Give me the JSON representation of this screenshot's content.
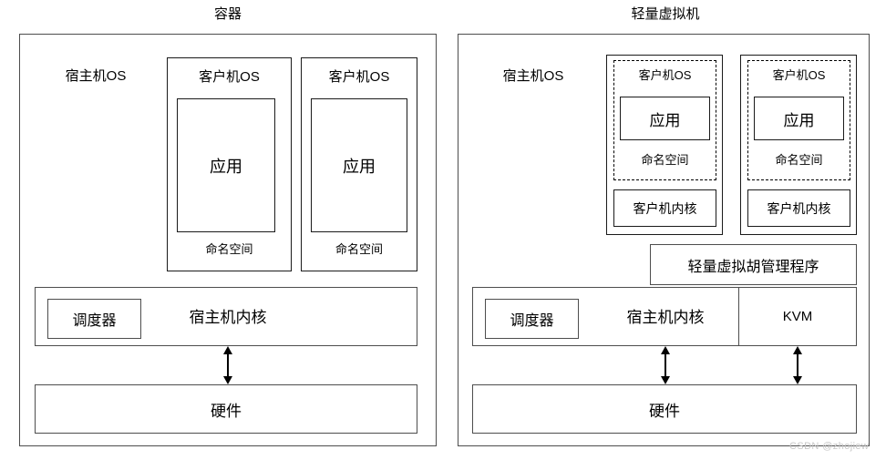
{
  "diagram": {
    "watermark": "CSDN @zhojiew",
    "panels": [
      {
        "id": "container",
        "title": "容器",
        "host_os_label": "宿主机OS",
        "guests": [
          {
            "guest_os_label": "客户机OS",
            "app_label": "应用",
            "namespace_label": "命名空间"
          },
          {
            "guest_os_label": "客户机OS",
            "app_label": "应用",
            "namespace_label": "命名空间"
          }
        ],
        "kernel": {
          "scheduler_label": "调度器",
          "host_kernel_label": "宿主机内核"
        },
        "hardware_label": "硬件"
      },
      {
        "id": "lightweight-vm",
        "title": "轻量虚拟机",
        "host_os_label": "宿主机OS",
        "guests": [
          {
            "guest_os_label": "客户机OS",
            "app_label": "应用",
            "namespace_label": "命名空间",
            "guest_kernel_label": "客户机内核"
          },
          {
            "guest_os_label": "客户机OS",
            "app_label": "应用",
            "namespace_label": "命名空间",
            "guest_kernel_label": "客户机内核"
          }
        ],
        "hypervisor_label": "轻量虚拟胡管理程序",
        "kernel": {
          "scheduler_label": "调度器",
          "host_kernel_label": "宿主机内核",
          "kvm_label": "KVM"
        },
        "hardware_label": "硬件"
      }
    ],
    "colors": {
      "border": "#4d4d4d",
      "border_dark": "#1a1a1a",
      "text": "#000000",
      "background": "#ffffff",
      "watermark": "#c8c8c8"
    }
  }
}
